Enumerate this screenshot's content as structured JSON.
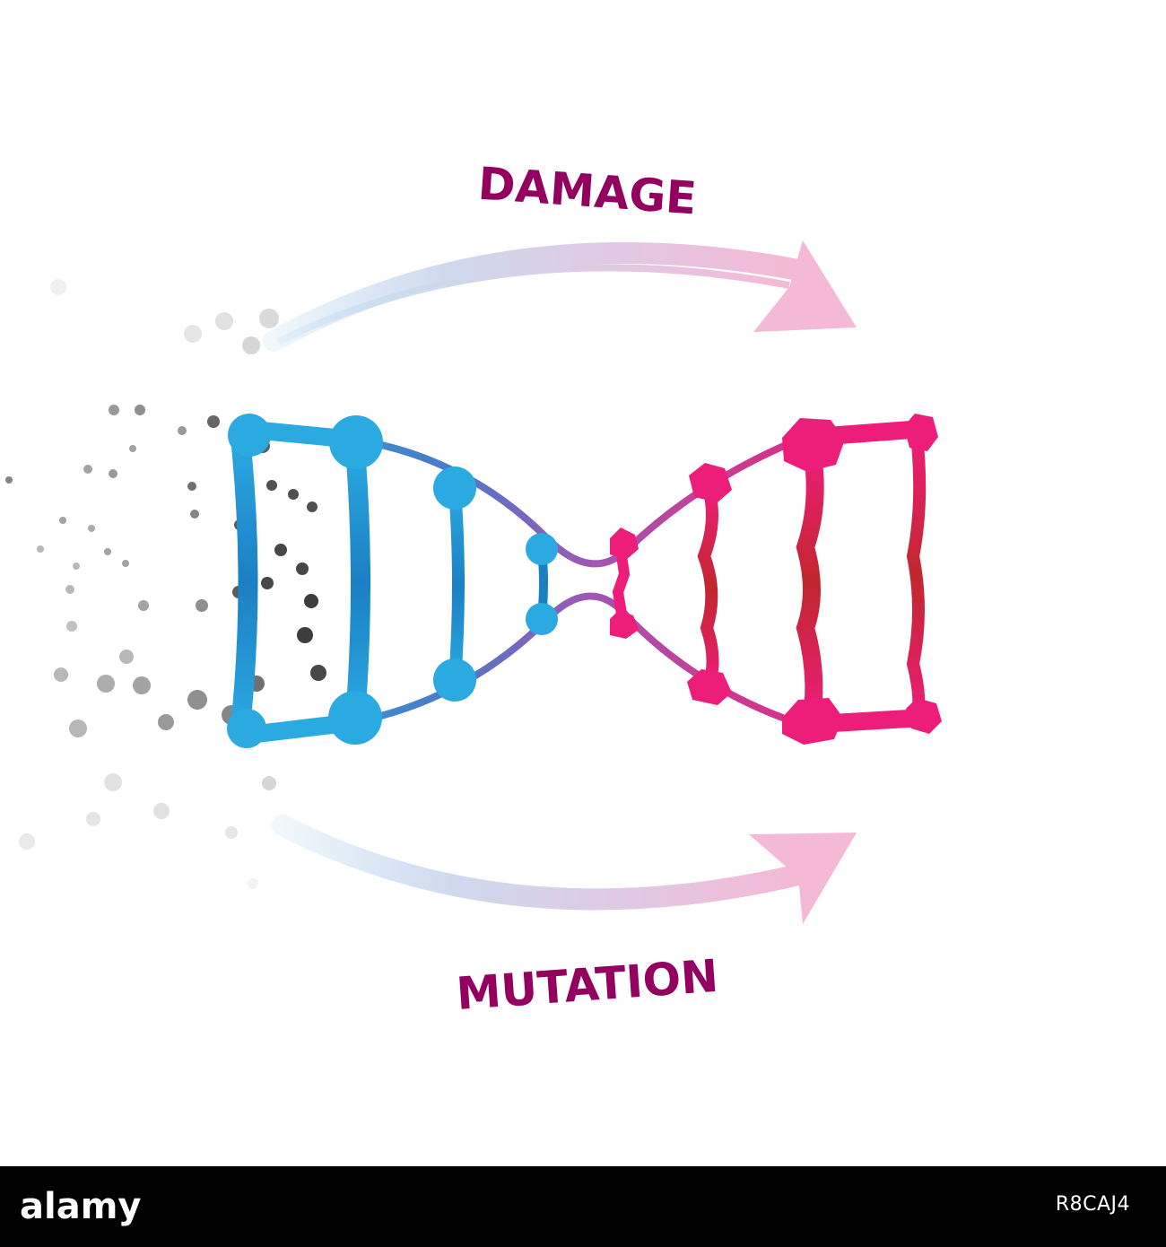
{
  "labels": {
    "top": "DAMAGE",
    "bottom": "MUTATION"
  },
  "colors": {
    "healthy_dna": "#2ba9e1",
    "healthy_dna_dark": "#1b7fc4",
    "damaged_dna": "#ed1e79",
    "damaged_dna_dark": "#c1272d",
    "label_text": "#93005f",
    "arrow_start": "#b9d9f1",
    "arrow_end": "#f4b9d6",
    "particles": "#333333"
  },
  "icons": {
    "healthy": "dna-helix-icon",
    "damaged": "damaged-dna-helix-icon",
    "particles": "particle-cloud-icon",
    "arrow": "curved-arrow-icon"
  },
  "watermark": {
    "brand": "alamy",
    "image_id": "R8CAJ4"
  }
}
